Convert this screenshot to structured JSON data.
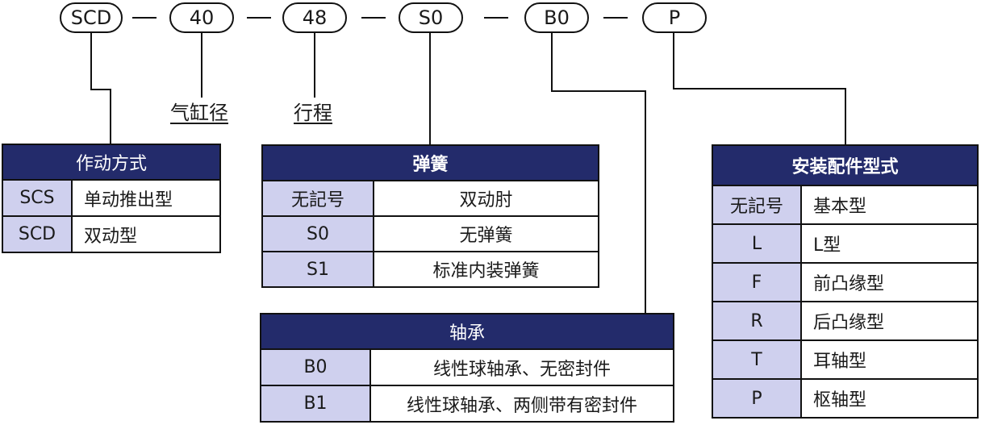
{
  "codes": [
    "SCD",
    "40",
    "48",
    "S0",
    "B0",
    "P"
  ],
  "labels": {
    "bore": "气缸径",
    "stroke": "行程"
  },
  "tables": {
    "action": {
      "title": "作动方式",
      "rows": [
        {
          "key": "SCS",
          "value": "单动推出型"
        },
        {
          "key": "SCD",
          "value": "双动型"
        }
      ]
    },
    "spring": {
      "title": "弹簧",
      "rows": [
        {
          "key": "无記号",
          "value": "双动肘"
        },
        {
          "key": "S0",
          "value": "无弹簧"
        },
        {
          "key": "S1",
          "value": "标准内装弹簧"
        }
      ]
    },
    "bearing": {
      "title": "轴承",
      "rows": [
        {
          "key": "B0",
          "value": "线性球轴承、无密封件"
        },
        {
          "key": "B1",
          "value": "线性球轴承、两侧带有密封件"
        }
      ]
    },
    "mount": {
      "title": "安装配件型式",
      "rows": [
        {
          "key": "无記号",
          "value": "基本型"
        },
        {
          "key": "L",
          "value": "L型"
        },
        {
          "key": "F",
          "value": "前凸缘型"
        },
        {
          "key": "R",
          "value": "后凸缘型"
        },
        {
          "key": "T",
          "value": "耳轴型"
        },
        {
          "key": "P",
          "value": "枢轴型"
        }
      ]
    }
  },
  "colors": {
    "header_bg": "#232b6b",
    "key_bg": "#cfd0ee",
    "line": "#111111"
  }
}
